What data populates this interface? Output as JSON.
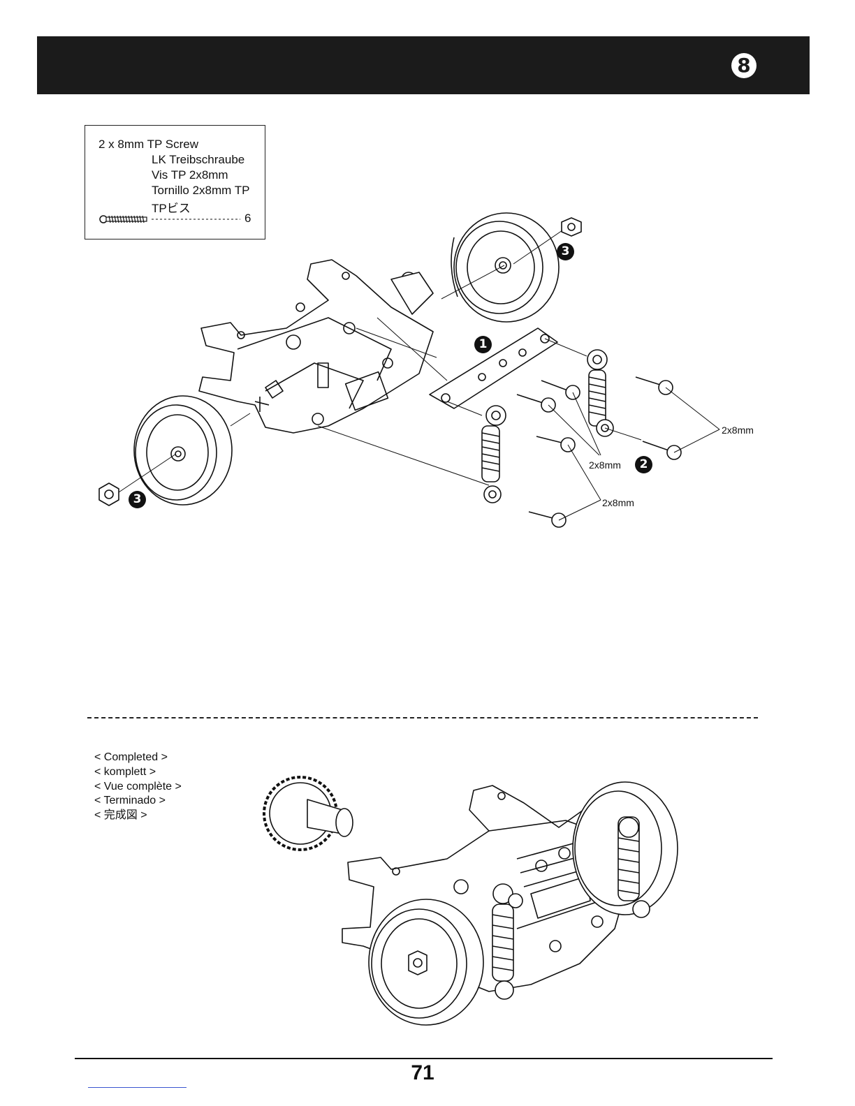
{
  "header": {
    "step_number": "8"
  },
  "parts_box": {
    "name_en": "2 x 8mm TP Screw",
    "name_de": "LK Treibschraube",
    "name_fr": "Vis TP 2x8mm",
    "name_es": "Tornillo 2x8mm TP",
    "name_jp": "TPビス",
    "quantity": "6",
    "icon": "screw-icon"
  },
  "assembly": {
    "callouts": [
      "2x8mm",
      "2x8mm",
      "2x8mm"
    ],
    "markers": [
      "1",
      "2",
      "3",
      "3"
    ]
  },
  "completed": {
    "labels": [
      "< Completed >",
      "< komplett >",
      "< Vue complète >",
      "< Terminado >",
      "< 完成図 >"
    ]
  },
  "footer": {
    "page_number": "71"
  }
}
